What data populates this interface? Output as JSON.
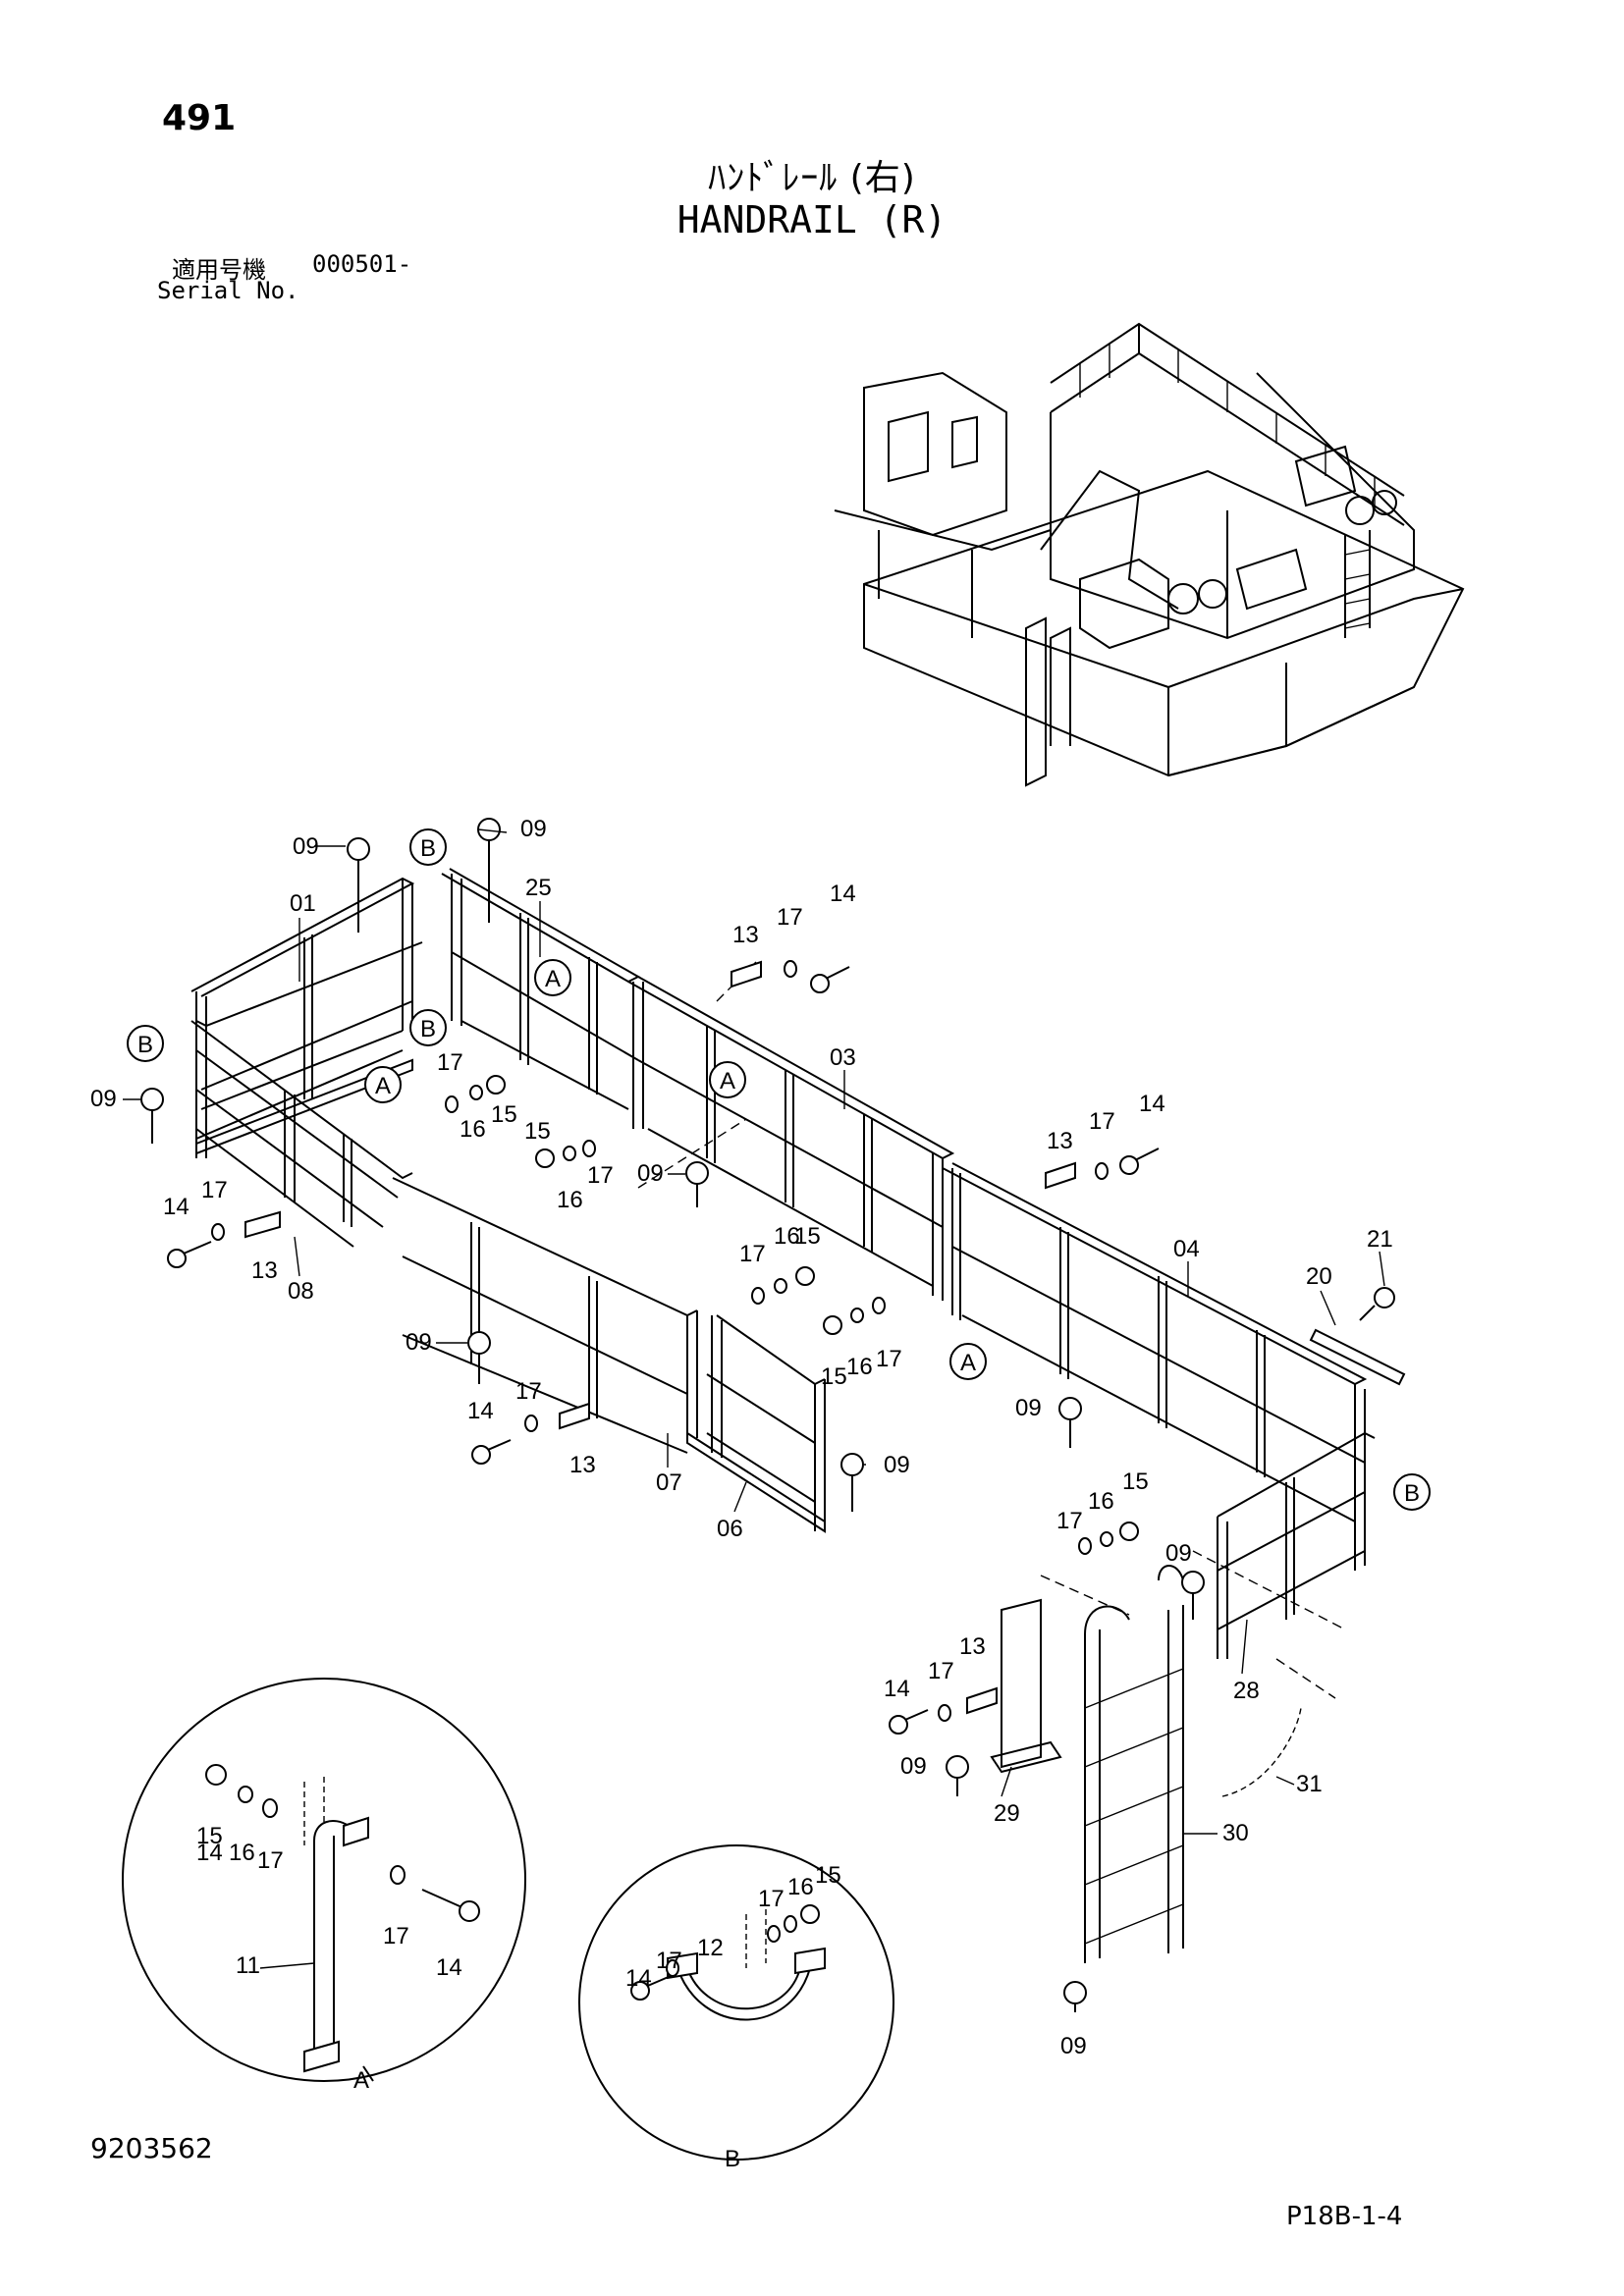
{
  "header": {
    "page_number": "491",
    "title_jp": "ﾊﾝﾄﾞﾚｰﾙ (右)",
    "title_en": "HANDRAIL (R)",
    "serial_label_jp": "適用号機",
    "serial_value": "000501-",
    "serial_label_en": "Serial No."
  },
  "footer": {
    "document_number": "9203562",
    "page_code": "P18B-1-4"
  },
  "detail_views": {
    "a": "A",
    "b": "B"
  },
  "part_numbers": [
    "01",
    "03",
    "04",
    "06",
    "07",
    "08",
    "09",
    "11",
    "12",
    "13",
    "14",
    "15",
    "16",
    "17",
    "20",
    "21",
    "25",
    "28",
    "29",
    "30",
    "31"
  ],
  "callouts": {
    "c01": "01",
    "c03": "03",
    "c04": "04",
    "c06": "06",
    "c07": "07",
    "c08": "08",
    "c09": "09",
    "c11": "11",
    "c12": "12",
    "c13": "13",
    "c14": "14",
    "c15": "15",
    "c16": "16",
    "c17": "17",
    "c20": "20",
    "c21": "21",
    "c25": "25",
    "c28": "28",
    "c29": "29",
    "c30": "30",
    "c31": "31"
  }
}
